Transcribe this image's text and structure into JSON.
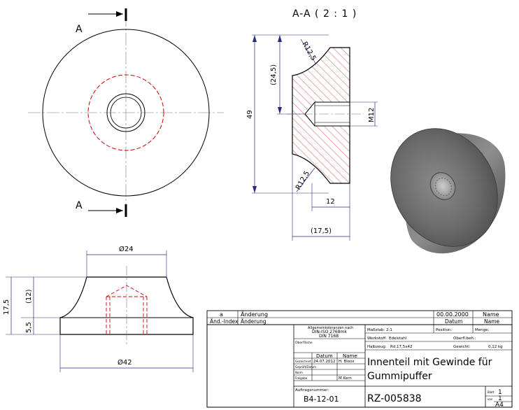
{
  "front_view": {
    "section_letter_top": "A",
    "section_letter_bottom": "A"
  },
  "section_view": {
    "title": "A-A  ( 2 : 1 )",
    "dim_radius_top": "R12,5",
    "dim_radius_bottom": "R12,5",
    "dim_height_total": "49",
    "dim_height_partial": "(24,5)",
    "dim_thread": "M12",
    "dim_width_12": "12",
    "dim_width_17_5": "(17,5)"
  },
  "side_view": {
    "dim_dia_top": "Ø24",
    "dim_dia_bottom": "Ø42",
    "dim_height_17_5": "17,5",
    "dim_height_12": "(12)",
    "dim_height_5_5": "5,5"
  },
  "title_block": {
    "rev_index": "a",
    "rev_label": "Änderung",
    "rev_date": "00.00.2000",
    "rev_name_label": "Name",
    "hdr_index": "Änd.-Index",
    "hdr_change": "Änderung",
    "hdr_date": "Datum",
    "hdr_name": "Name",
    "tolerances_line1": "Allgemeintoleranzen nach",
    "tolerances_line2": "DIN-ISO 2768mk",
    "tolerances_line3": "DIN 7168",
    "surface_label": "Oberfläche",
    "scale_label": "Maßstab:",
    "scale_value": "2:1",
    "position_label": "Position:",
    "quantity_label": "Menge:",
    "material_label": "Werkstoff:",
    "material_value": "Edelstahl",
    "surface_treatment_label": "Oberfl.beh.:",
    "semifinished_label": "Halbzeug:",
    "semifinished_value": "Rd.17,5x42",
    "weight_label": "Gewicht:",
    "weight_value": "0,12 kg",
    "col_date": "Datum",
    "col_name": "Name",
    "row_drawn": "Gezeichnet",
    "row_drawn_date": "24.07.2012",
    "row_drawn_name": "H. Bloos",
    "row_checked": "Geprüft/Datum",
    "row_norm": "Norm",
    "row_release": "Freigabe",
    "row_release_name": "M.Kern",
    "title_line1": "Innenteil mit Gewinde für",
    "title_line2": "Gummipuffer",
    "order_label": "Auftragsnummer:",
    "order_number": "B4-12-01",
    "drawing_number": "RZ-005838",
    "sheet_label": "Blatt",
    "sheet_value": "1",
    "of_label": "von",
    "of_value": "1",
    "format": "A4"
  },
  "colors": {
    "line": "#000000",
    "hidden": "#cc0000",
    "dimension": "#2a2a80",
    "hatch": "#cc2b2b",
    "shading_dark": "#555555",
    "shading_light": "#bdbdbd"
  }
}
